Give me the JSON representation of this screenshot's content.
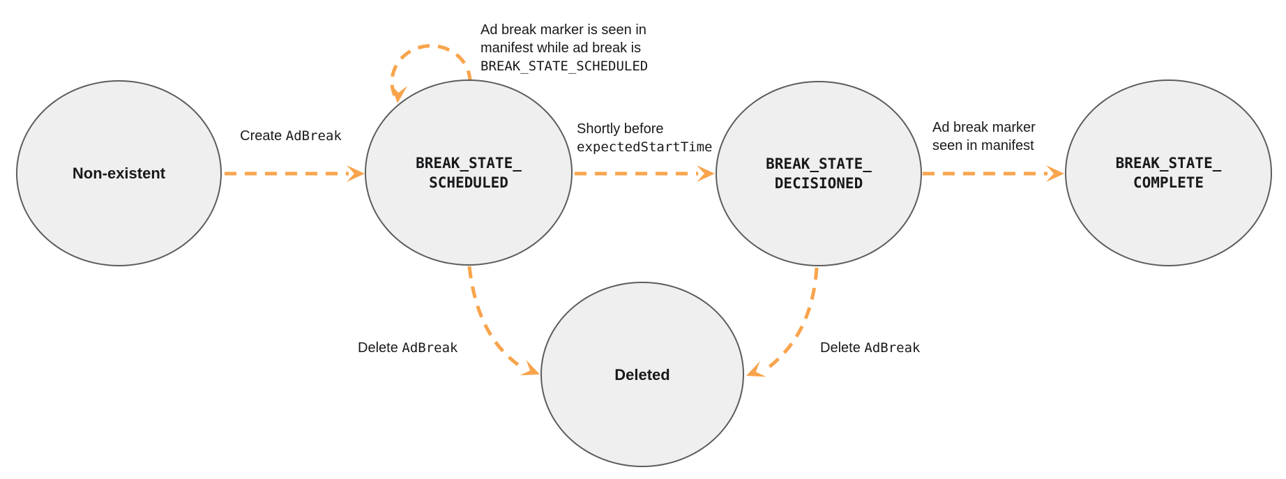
{
  "colors": {
    "arrow": "#F8A44C",
    "node_fill": "#EFEFEF",
    "node_border": "#5C5C5C",
    "text": "#18191B"
  },
  "nodes": {
    "non_existent": {
      "label": "Non-existent"
    },
    "scheduled": {
      "line1": "BREAK_STATE_",
      "line2": "SCHEDULED"
    },
    "decisioned": {
      "line1": "BREAK_STATE_",
      "line2": "DECISIONED"
    },
    "complete": {
      "line1": "BREAK_STATE_",
      "line2": "COMPLETE"
    },
    "deleted": {
      "label": "Deleted"
    }
  },
  "edges": {
    "create_adbreak": {
      "text": "Create ",
      "code": "AdBreak"
    },
    "scheduled_self_loop": {
      "line1": "Ad break marker is seen in",
      "line2": "manifest while ad break is",
      "code": "BREAK_STATE_SCHEDULED"
    },
    "to_decisioned": {
      "line1": "Shortly before",
      "code": "expectedStartTime"
    },
    "to_complete": {
      "line1": "Ad break marker",
      "line2": "seen in manifest"
    },
    "delete_from_scheduled": {
      "text": "Delete ",
      "code": "AdBreak"
    },
    "delete_from_decisioned": {
      "text": "Delete ",
      "code": "AdBreak"
    }
  }
}
